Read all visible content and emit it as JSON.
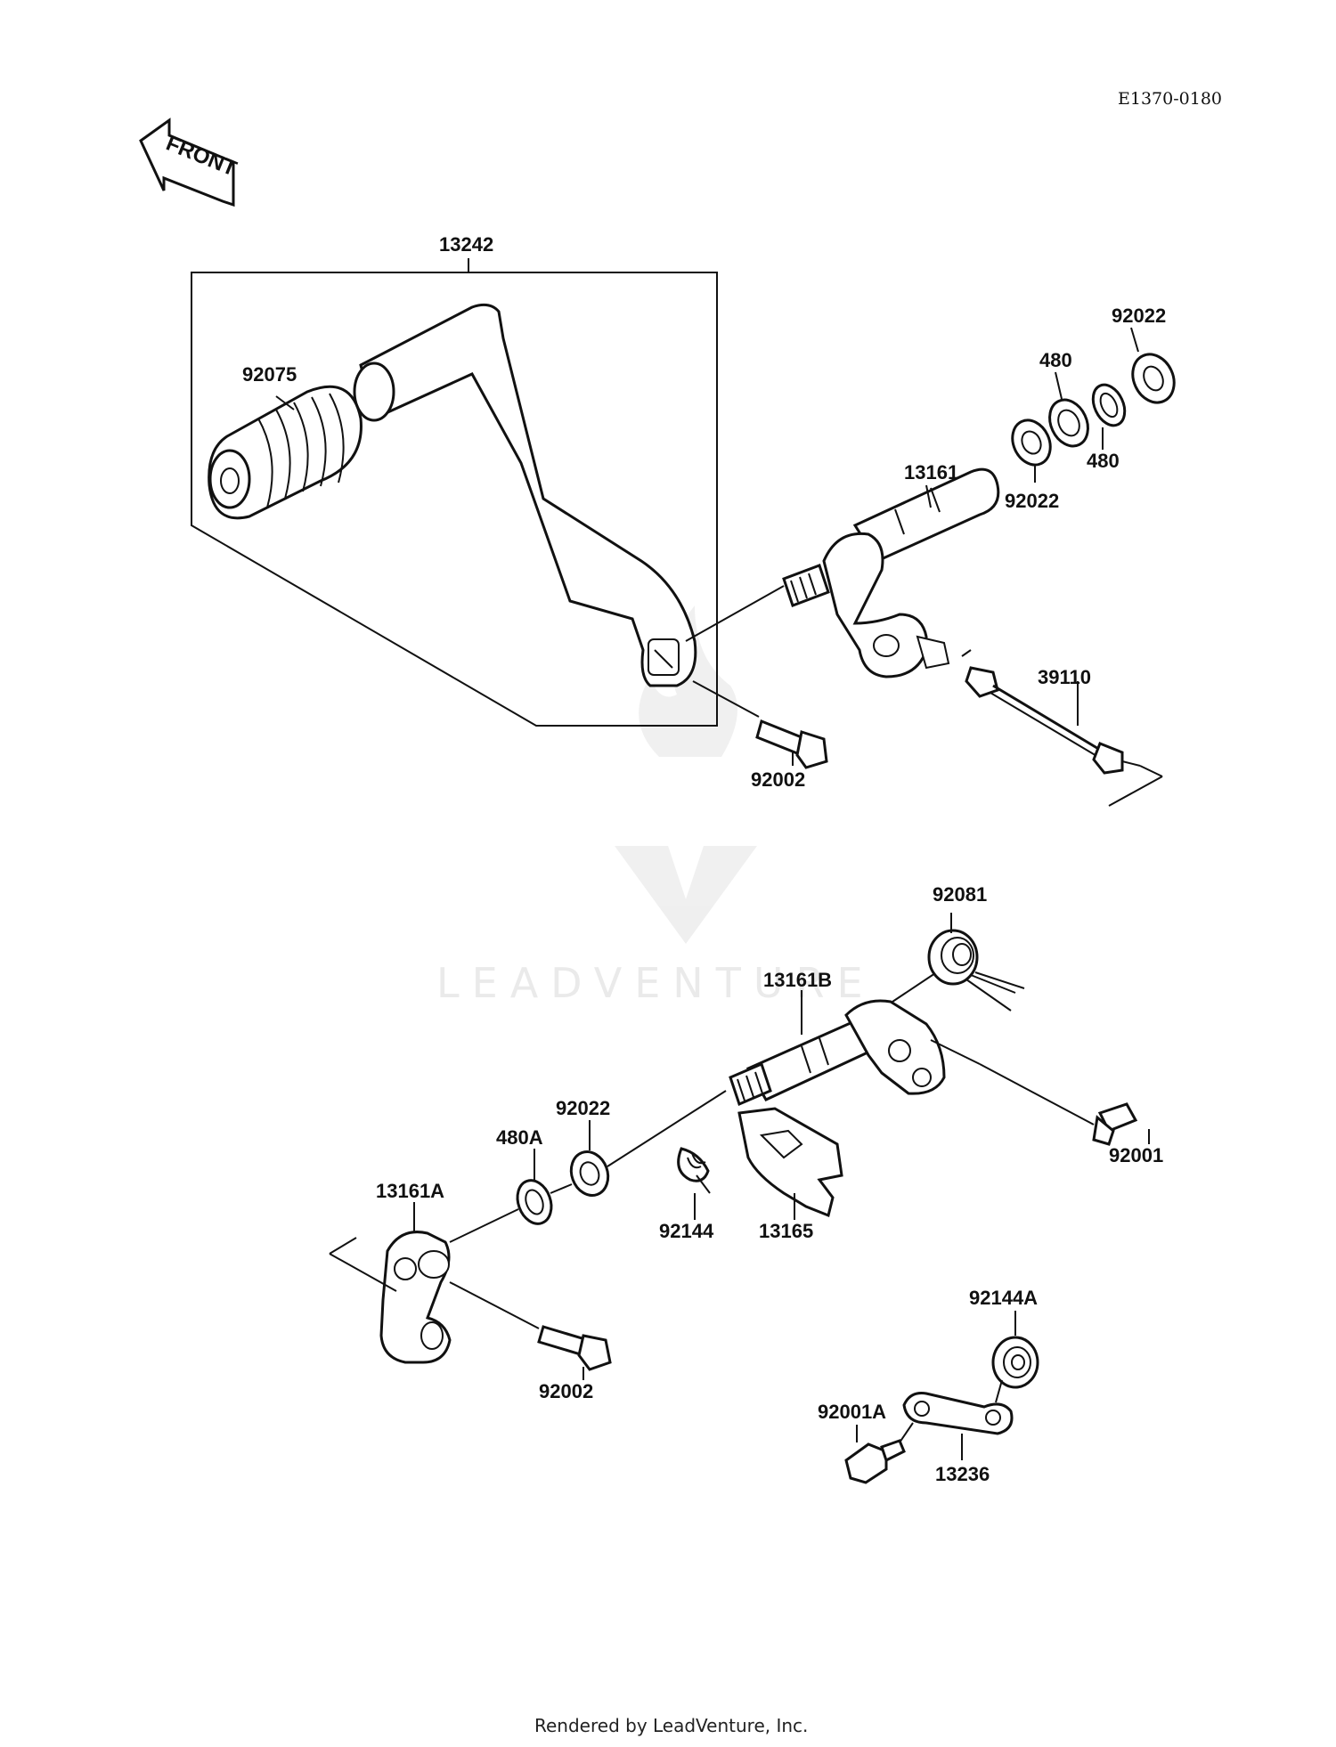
{
  "diagram_code": "E1370-0180",
  "front_arrow_label": "FRONT",
  "watermark_text": "LEADVENTURE",
  "footer_text": "Rendered by LeadVenture, Inc.",
  "part_labels": {
    "p13242": "13242",
    "p92075": "92075",
    "p92022_top": "92022",
    "p480_top": "480",
    "p480_right": "480",
    "p13161": "13161",
    "p92022_mid": "92022",
    "p39110": "39110",
    "p92002_top": "92002",
    "p92081": "92081",
    "p13161B": "13161B",
    "p92022_low": "92022",
    "p480A": "480A",
    "p13161A": "13161A",
    "p92144": "92144",
    "p13165": "13165",
    "p92001": "92001",
    "p92002_low": "92002",
    "p92144A": "92144A",
    "p92001A": "92001A",
    "p13236": "13236"
  },
  "colors": {
    "ink": "#111111",
    "paper": "#ffffff",
    "watermark": "#e8e8e8"
  }
}
